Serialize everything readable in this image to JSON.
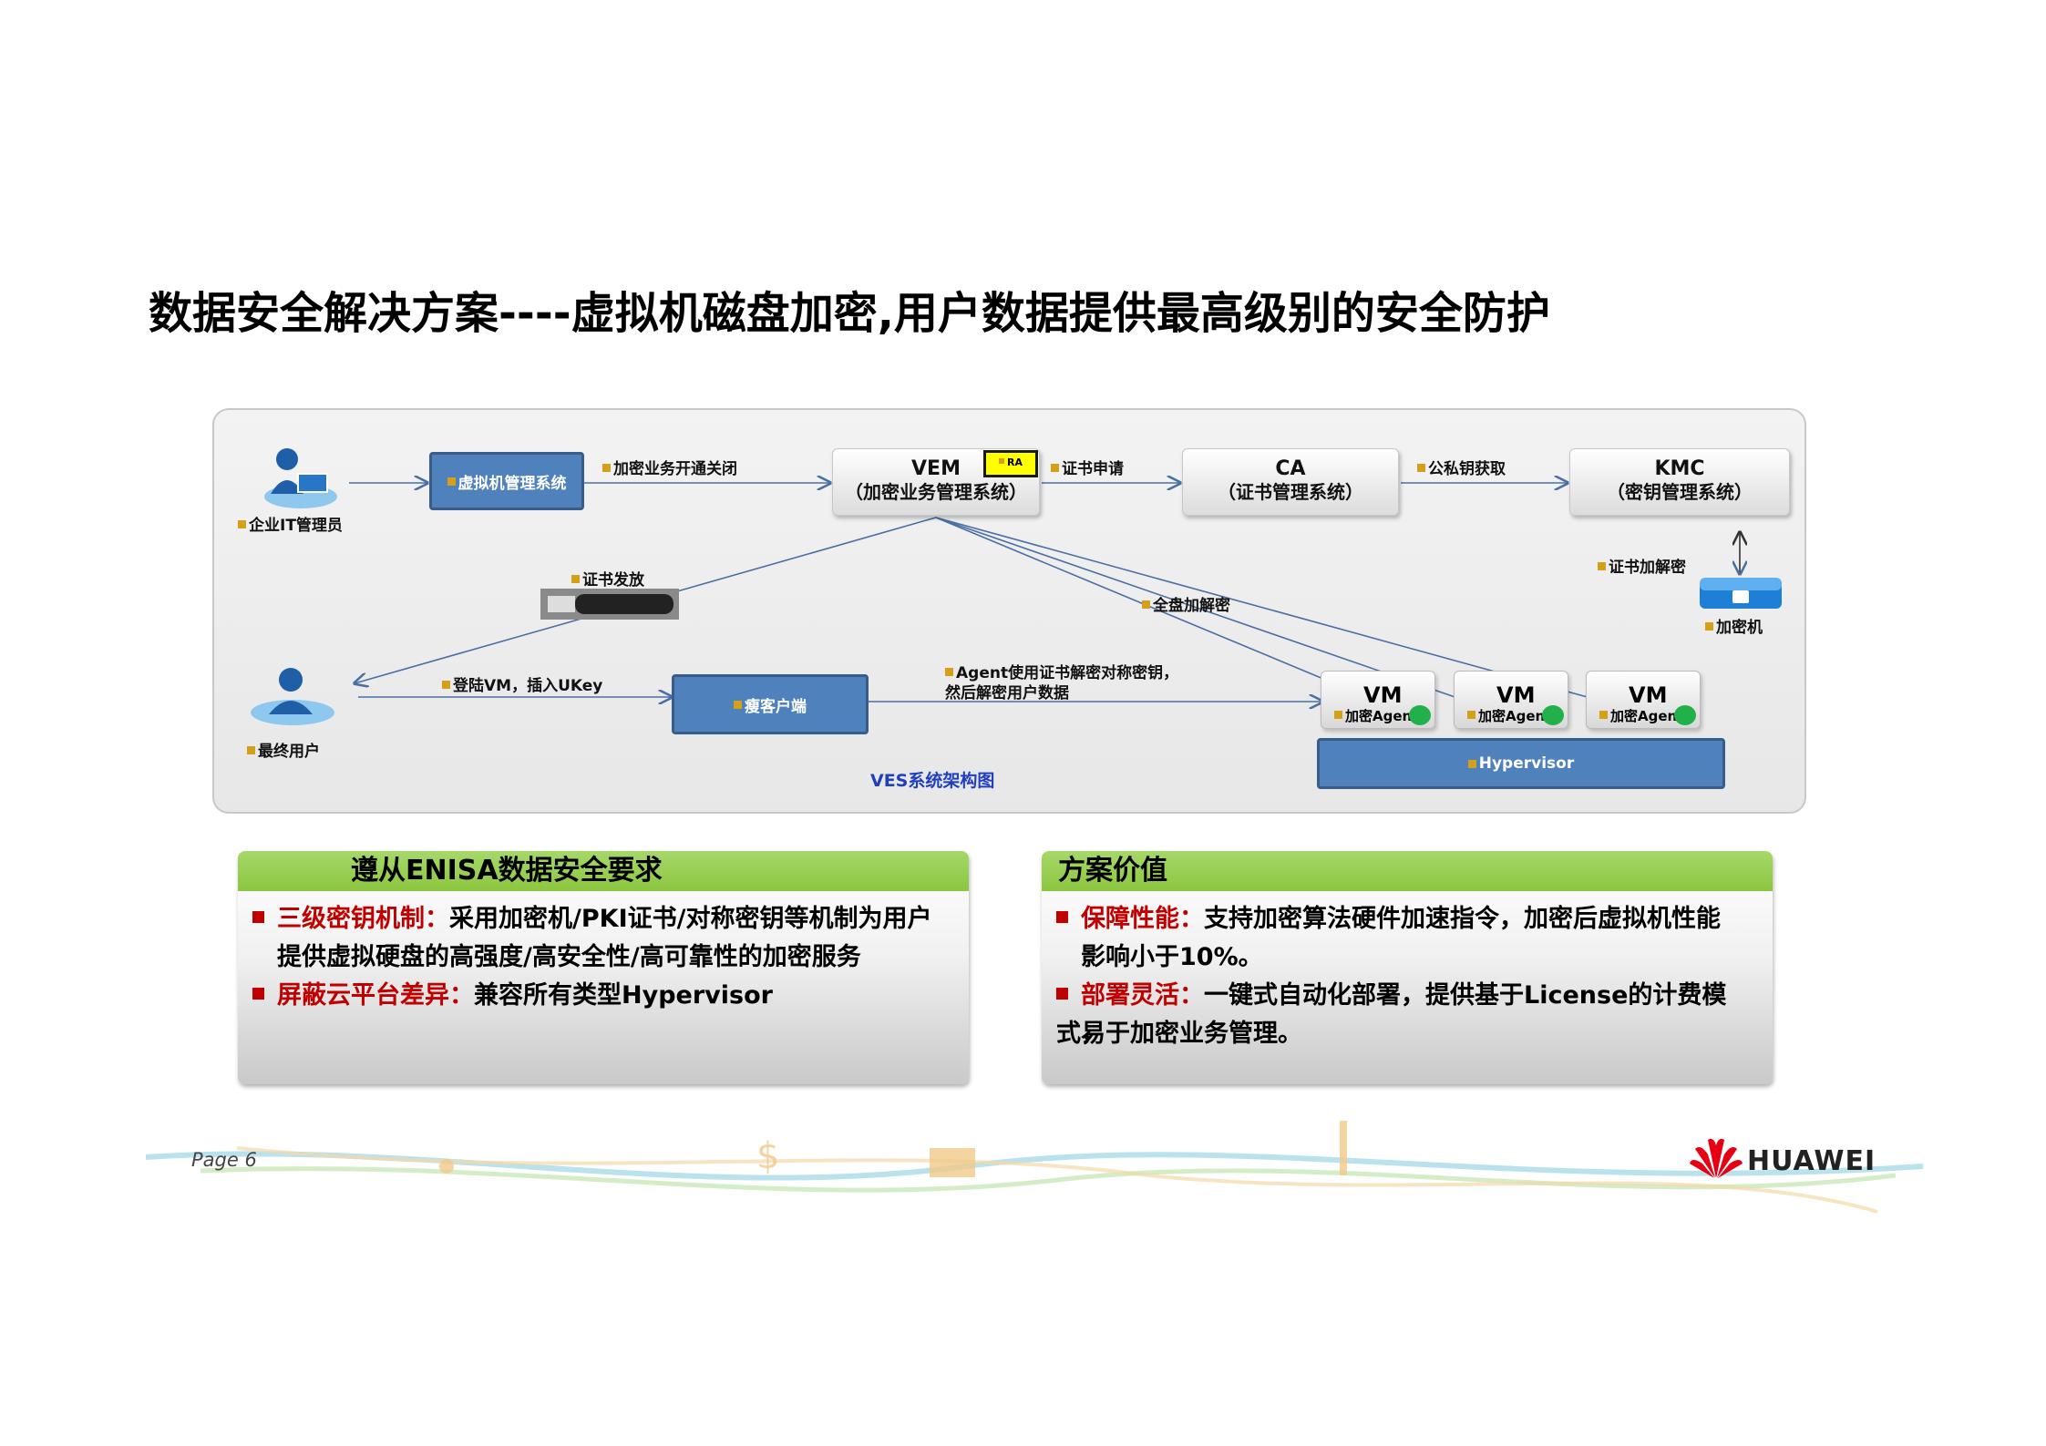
{
  "title": "数据安全解决方案----虚拟机磁盘加密,用户数据提供最高级别的安全防护",
  "diagram": {
    "caption": "VES系统架构图",
    "it_admin_label": "企业IT管理员",
    "end_user_label": "最终用户",
    "vm_mgmt_box": "虚拟机管理系统",
    "thin_client_box": "瘦客户端",
    "vem": {
      "name": "VEM",
      "sub": "（加密业务管理系统）",
      "badge": "RA"
    },
    "ca": {
      "name": "CA",
      "sub": "（证书管理系统）"
    },
    "kmc": {
      "name": "KMC",
      "sub": "（密钥管理系统）"
    },
    "encryptor_label": "加密机",
    "hypervisor_label": "Hypervisor",
    "vms": [
      {
        "name": "VM",
        "agent": "加密Agent"
      },
      {
        "name": "VM",
        "agent": "加密Agent"
      },
      {
        "name": "VM",
        "agent": "加密Agent"
      }
    ],
    "edges": {
      "enable_disable": "加密业务开通关闭",
      "cert_apply": "证书申请",
      "key_fetch": "公私钥获取",
      "cert_crypt": "证书加解密",
      "cert_issue": "证书发放",
      "full_disk": "全盘加解密",
      "login": "登陆VM，插入UKey",
      "agent_line1": "Agent使用证书解密对称密钥，",
      "agent_line2": "然后解密用户数据"
    }
  },
  "left_panel": {
    "header": "遵从ENISA数据安全要求",
    "b1_key": "三级密钥机制：",
    "b1_text": "采用加密机/PKI证书/对称密钥等机制为用户",
    "b1_cont": "提供虚拟硬盘的高强度/高安全性/高可靠性的加密服务",
    "b2_key": "屏蔽云平台差异：",
    "b2_text": "兼容所有类型Hypervisor"
  },
  "right_panel": {
    "header": "方案价值",
    "b1_key": "保障性能：",
    "b1_text": "支持加密算法硬件加速指令，加密后虚拟机性能",
    "b1_cont": "影响小于10%。",
    "b2_key": "部署灵活：",
    "b2_text": "一键式自动化部署，提供基于License的计费模式，",
    "b2_cont": "易于加密业务管理。"
  },
  "footer": {
    "page": "Page 6",
    "brand": "HUAWEI",
    "brand_color": "#e60012"
  },
  "colors": {
    "accent_red": "#c00000",
    "box_blue": "#4f81bd",
    "panel_green": "#8cc63f"
  }
}
